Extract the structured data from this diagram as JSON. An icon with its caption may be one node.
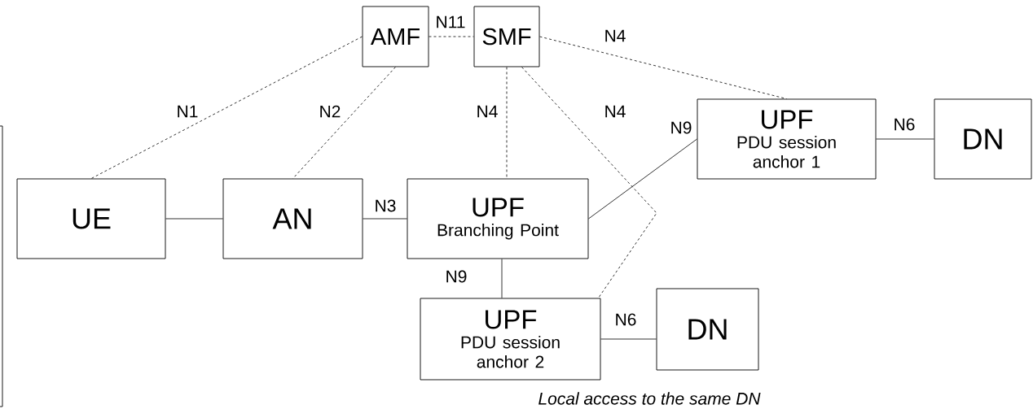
{
  "diagram": {
    "nodes": [
      {
        "text": [
          "AMF"
        ]
      },
      {
        "text": [
          "SMF"
        ]
      },
      {
        "text": [
          "UE"
        ]
      },
      {
        "text": [
          "AN"
        ]
      },
      {
        "text": [
          "UPF",
          "Branching Point"
        ]
      },
      {
        "text": [
          "UPF",
          "PDU session anchor 1"
        ]
      },
      {
        "text": [
          "DN"
        ]
      },
      {
        "text": [
          "UPF",
          "PDU session anchor 2"
        ]
      },
      {
        "text": [
          "DN"
        ]
      }
    ],
    "edges": [
      {
        "from": 0,
        "to": 2,
        "arrow": "none",
        "label": "N1",
        "style": "dashed"
      },
      {
        "from": 0,
        "to": 3,
        "arrow": "none",
        "label": "N2",
        "style": "dashed"
      },
      {
        "from": 0,
        "to": 1,
        "arrow": "none",
        "label": "N11",
        "style": "dashed"
      },
      {
        "from": 1,
        "to": 5,
        "arrow": "none",
        "label": "N4",
        "style": "dashed"
      },
      {
        "from": 1,
        "to": 4,
        "arrow": "none",
        "label": "N4",
        "style": "dashed"
      },
      {
        "from": 1,
        "to": 7,
        "arrow": "none",
        "label": "N4",
        "style": "dashed"
      },
      {
        "from": 2,
        "to": 3,
        "arrow": "none"
      },
      {
        "from": 3,
        "to": 4,
        "arrow": "none",
        "label": "N3"
      },
      {
        "from": 4,
        "to": 5,
        "arrow": "none",
        "label": "N9"
      },
      {
        "from": 4,
        "to": 7,
        "arrow": "none",
        "label": "N9"
      },
      {
        "from": 5,
        "to": 6,
        "arrow": "none",
        "label": "N6"
      },
      {
        "from": 7,
        "to": 8,
        "arrow": "none",
        "label": "N6"
      }
    ],
    "labels": [
      "*Local access to the same DN*"
    ]
  }
}
